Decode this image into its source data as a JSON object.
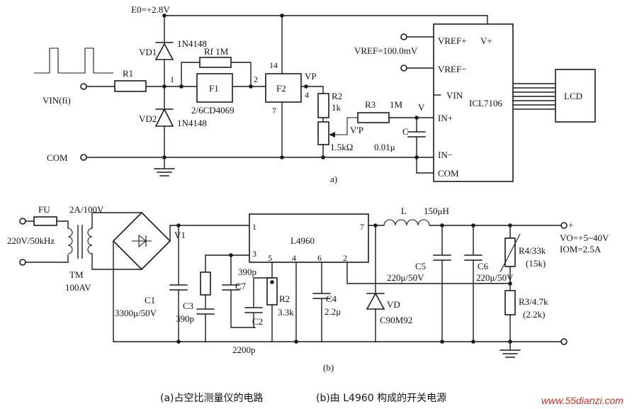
{
  "circuit_a": {
    "e0": "E0=+2.8V",
    "vd1": "VD1",
    "vd1_type": "1N4148",
    "vd2": "VD2",
    "vd2_type": "1N4148",
    "rf": "Rf 1M",
    "r1": "R1",
    "vin": "VIN(fi)",
    "com": "COM",
    "node1": "1",
    "node2": "2",
    "f1": "F1",
    "f2": "F2",
    "ic_type": "2/6CD4069",
    "pin14": "14",
    "pin4": "4",
    "pin7": "7",
    "vp": "VP",
    "r2": "R2",
    "r2_val": "1k",
    "pot": "1.5kΩ",
    "vp2": "V'P",
    "r3": "R3",
    "r3_val": "1M",
    "v": "V",
    "c": "C",
    "c_val": "0.01μ",
    "vref": "VREF=100.0mV",
    "adc": {
      "vref_p": "VREF+",
      "vplus": "V+",
      "vref_m": "VREF−",
      "vin": "VIN",
      "inp": "IN+",
      "inm": "IN−",
      "com": "COM",
      "name": "ICL7106"
    },
    "lcd": "LCD",
    "label": "a)"
  },
  "circuit_b": {
    "fu": "FU",
    "mains": "220V/50kHz",
    "tm_rating": "2A/100V",
    "tm": "TM",
    "tm_out": "100AV",
    "v1": "V1",
    "c1": "C1",
    "c1_val": "3300μ/50V",
    "c3": "C3",
    "c3_val": "390p",
    "c7": "C7",
    "c7_val": "390p",
    "c2": "C2",
    "c2_val": "2200p",
    "r2": "R2",
    "r2_val": "3.3k",
    "c4": "C4",
    "c4_val": "2.2μ",
    "ic": "L4960",
    "pins": {
      "p1": "1",
      "p3": "3",
      "p5": "5",
      "p4": "4",
      "p6": "6",
      "p2": "2",
      "p7": "7"
    },
    "vd": "VD",
    "vd_type": "C90M92",
    "l": "L",
    "l_val": "150μH",
    "c5": "C5",
    "c5_val": "220μ/50V",
    "c6": "C6",
    "c6_val": "220μ/50V",
    "r4": "R4/33k",
    "r4_alt": "(15k)",
    "r3": "R3/4.7k",
    "r3_alt": "(2.2k)",
    "plus": "+",
    "vo": "VO=+5~40V",
    "iom": "IOM=2.5A",
    "label": "(b)"
  },
  "captions": {
    "a": "(a)占空比测量仪的电路",
    "b": "(b)由 L4960 构成的开关电源"
  },
  "watermark": "www.55dianzi.com"
}
